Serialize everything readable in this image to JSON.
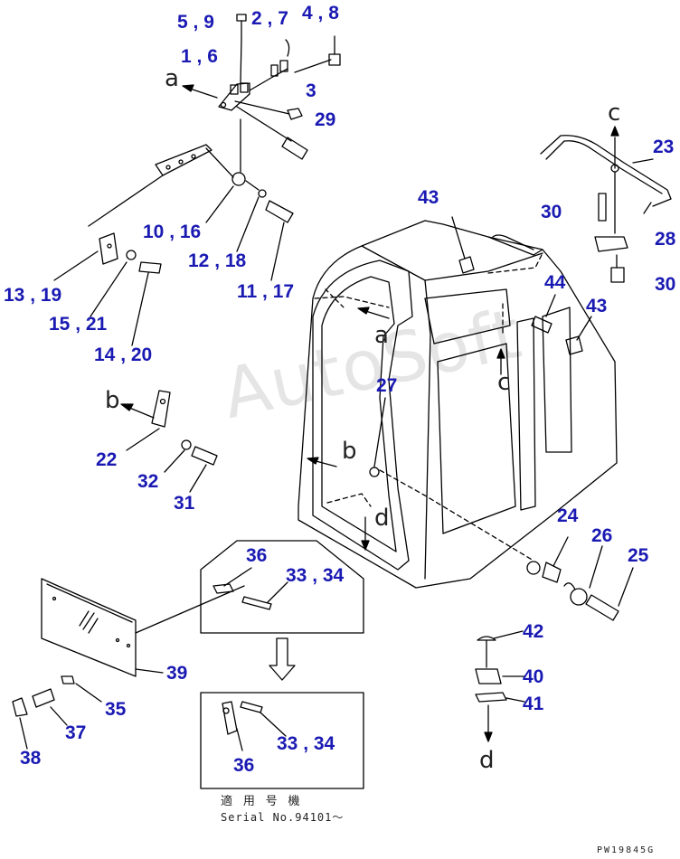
{
  "callouts": {
    "c5_9": "5",
    "c5_9b": "9",
    "c2_7": "2",
    "c2_7b": "7",
    "c4_8": "4",
    "c4_8b": "8",
    "c1_6": "1",
    "c1_6b": "6",
    "c3": "3",
    "c29": "29",
    "c10_16": "10",
    "c10_16b": "16",
    "c12_18": "12",
    "c12_18b": "18",
    "c11_17": "11",
    "c11_17b": "17",
    "c13_19": "13",
    "c13_19b": "19",
    "c15_21": "15",
    "c15_21b": "21",
    "c14_20": "14",
    "c14_20b": "20",
    "c22": "22",
    "c32": "32",
    "c31": "31",
    "c43a": "43",
    "c43b": "43",
    "c44": "44",
    "c23": "23",
    "c30a": "30",
    "c28": "28",
    "c30b": "30",
    "c27": "27",
    "c24": "24",
    "c26": "26",
    "c25": "25",
    "c36a": "36",
    "c33_34": "33",
    "c33_34b": "34",
    "c39": "39",
    "c35": "35",
    "c37": "37",
    "c38": "38",
    "c42": "42",
    "c40": "40",
    "c41": "41",
    "c33_34c": "33",
    "c33_34d": "34",
    "c36b": "36",
    "sep": ","
  },
  "refs": {
    "a_top": "a",
    "a_cab": "a",
    "b_left": "b",
    "b_cab": "b",
    "c_top": "c",
    "c_cab": "c",
    "d_cab": "d",
    "d_bottom": "d"
  },
  "watermark": "AutoSoft",
  "serial": {
    "line1": "適 用 号 機",
    "line2": "Serial No.94101～"
  },
  "drawing_code": "PW19845G",
  "colors": {
    "callout": "#1a1ab3",
    "line": "#000000"
  }
}
